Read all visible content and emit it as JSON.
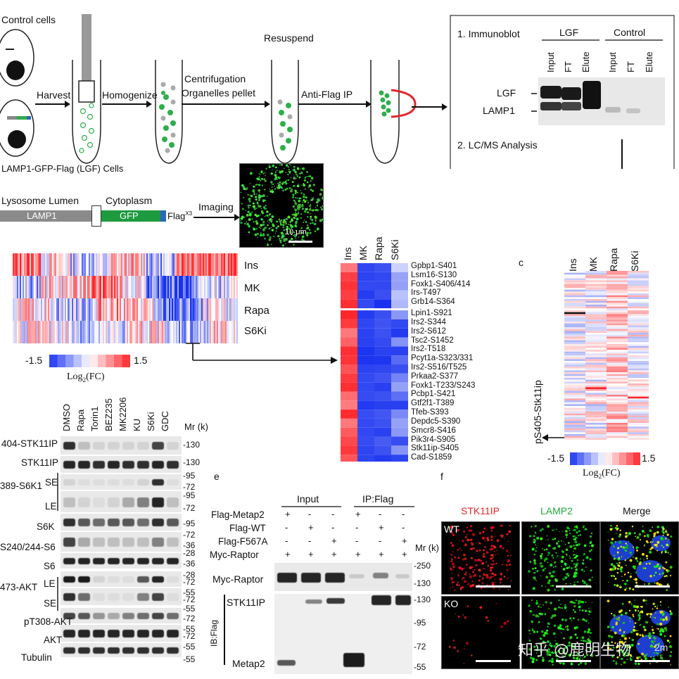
{
  "workflow": {
    "control_cells": "Control cells",
    "lgf_cells": "LAMP1-GFP-Flag (LGF) Cells",
    "steps": [
      "Harvest",
      "Homogenize",
      "Centrifugation",
      "Organelles pellet",
      "Resuspend",
      "Anti-Flag IP"
    ],
    "immunoblot_title": "1. Immunoblot",
    "lgf_group": "LGF",
    "control_group": "Control",
    "blot_lanes": [
      "Input",
      "FT",
      "Elute",
      "Input",
      "FT",
      "Elute"
    ],
    "blot_bands": [
      "LGF",
      "LAMP1"
    ],
    "lcms_title": "2. LC/MS Analysis",
    "construct": {
      "lumen": "Lysosome Lumen",
      "lamp1": "LAMP1",
      "cytoplasm": "Cytoplasm",
      "gfp": "GFP",
      "flag": "Flag",
      "flag_sup": "X3"
    },
    "imaging": "Imaging",
    "scale_bar": "10 μm"
  },
  "heatmap_main": {
    "rows": [
      "Ins",
      "MK",
      "Rapa",
      "S6Ki"
    ],
    "scale_min": "-1.5",
    "scale_max": "1.5",
    "scale_label_main": "Log",
    "scale_label_sub": "2",
    "scale_label_end": "(FC)"
  },
  "heatmap_zoom": {
    "cols": [
      "Ins",
      "MK",
      "Rapa",
      "S6Ki"
    ],
    "sites": [
      "Gpbp1-S401",
      "Lsm16-S130",
      "Foxk1-S406/414",
      "Irs-T497",
      "Grb14-S364",
      "Lpin1-S921",
      "Irs2-S344",
      "Irs2-S612",
      "Tsc2-S1452",
      "Irs2-T518",
      "Pcyt1a-S323/331",
      "Irs2-S516/T525",
      "Prkaa2-S377",
      "Foxk1-T233/S243",
      "Pcbp1-S421",
      "Gtf2f1-T389",
      "Tfeb-S393",
      "Depdc5-S390",
      "Smcr8-S416",
      "Pik3r4-S905",
      "Stk11ip-S405",
      "Cad-S1859"
    ]
  },
  "panel_c": {
    "letter": "c",
    "cols": [
      "Ins",
      "MK",
      "Rapa",
      "S6Ki"
    ],
    "ylabel": "pS405-Stk11ip",
    "scale_min": "-1.5",
    "scale_max": "1.5",
    "scale_label_main": "Log",
    "scale_label_sub": "2",
    "scale_label_end": "(FC)"
  },
  "panel_d_blot": {
    "lanes": [
      "DMSO",
      "Rapa",
      "Torin1",
      "BEZ235",
      "MK2206",
      "KU",
      "S6Ki",
      "GDC"
    ],
    "mr_label": "Mr (k)",
    "rows": [
      "404-STK11IP",
      "STK11IP",
      "389-S6K1",
      "SE",
      "LE",
      "S6K",
      "S240/244-S6",
      "S6",
      "473-AKT",
      "LE",
      "SE",
      "pT308-AKT",
      "AKT",
      "Tubulin"
    ],
    "markers": [
      "130",
      "130",
      "95",
      "72",
      "95",
      "72",
      "95",
      "72",
      "36",
      "28",
      "36",
      "28",
      "72",
      "55",
      "72",
      "55",
      "72",
      "55",
      "72",
      "55",
      "55"
    ]
  },
  "panel_e": {
    "letter": "e",
    "input_label": "Input",
    "ip_label": "IP:Flag",
    "conditions": [
      "Flag-Metap2",
      "Flag-WT",
      "Flag-F567A",
      "Myc-Raptor"
    ],
    "signs": [
      [
        "+",
        "-",
        "-",
        "+",
        "-",
        "-"
      ],
      [
        "-",
        "+",
        "-",
        "-",
        "+",
        "-"
      ],
      [
        "-",
        "-",
        "+",
        "-",
        "-",
        "+"
      ],
      [
        "+",
        "+",
        "+",
        "+",
        "+",
        "+"
      ]
    ],
    "mr_label": "Mr (k)",
    "bands": [
      "Myc-Raptor",
      "STK11IP",
      "Metap2"
    ],
    "ib_label": "IB:Flag",
    "markers": [
      "250",
      "130",
      "130",
      "95",
      "72",
      "55"
    ]
  },
  "panel_f": {
    "letter": "f",
    "channels": [
      "STK11IP",
      "LAMP2",
      "Merge"
    ],
    "channel_colors": [
      "#e8272d",
      "#1faa3b",
      "#111111"
    ],
    "rows": [
      "WT",
      "KO"
    ]
  },
  "watermark": {
    "text": "知乎 @鹿明生物",
    "tail": "2m"
  },
  "colors": {
    "red": "#e3262b",
    "blue": "#1a3cf0",
    "gfp_green": "#1e9a3f",
    "flag_blue": "#2b68b8"
  }
}
